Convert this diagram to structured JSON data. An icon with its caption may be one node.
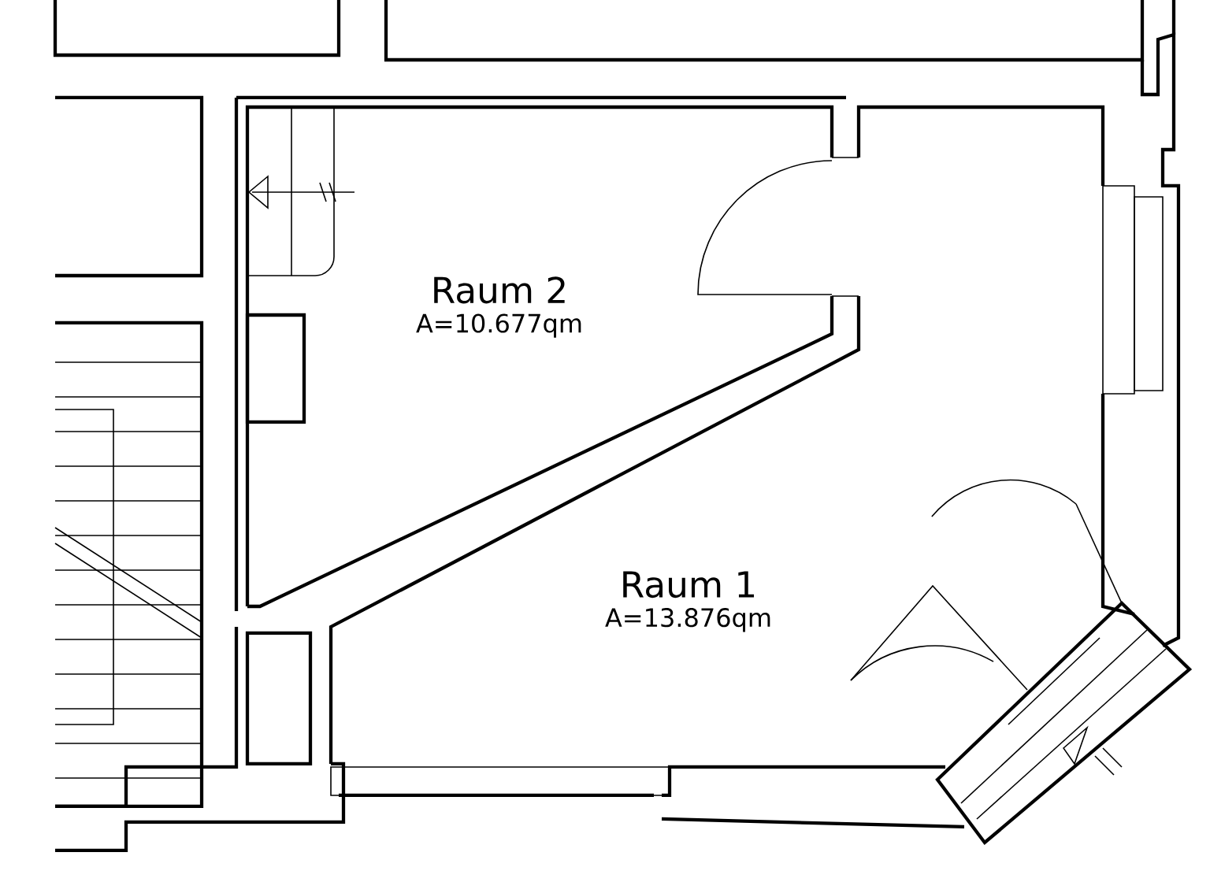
{
  "diagram": {
    "nodes": [
      {
        "text": [
          "Raum 2",
          "A=10.677qm"
        ]
      },
      {
        "text": [
          "Raum 1",
          "A=13.876qm"
        ]
      }
    ]
  }
}
